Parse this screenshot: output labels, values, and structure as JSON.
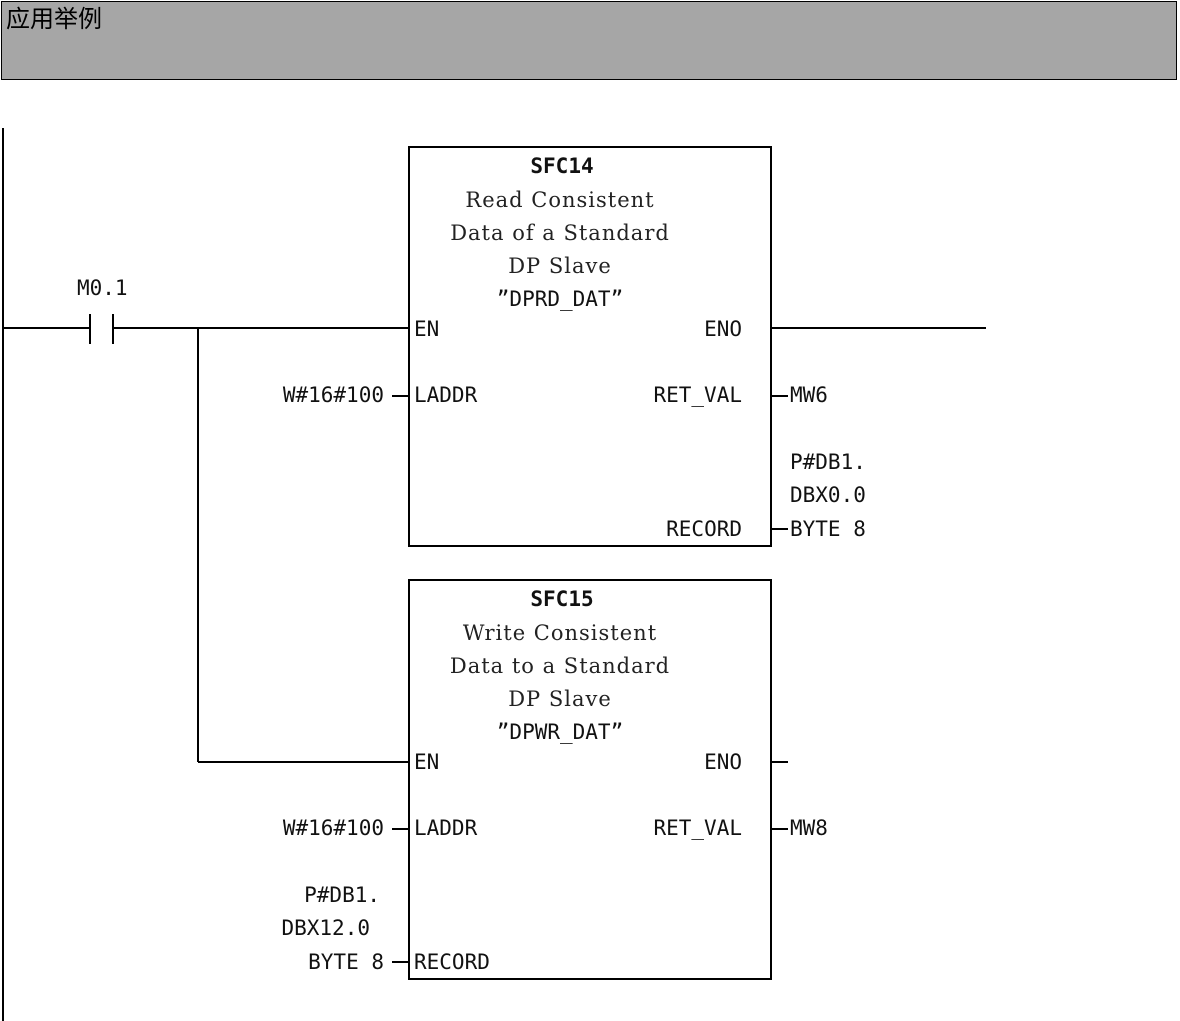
{
  "header": {
    "title": "应用举例"
  },
  "network": {
    "contact": {
      "address": "M0.1"
    },
    "blocks": [
      {
        "number": "SFC14",
        "description": [
          "Read Consistent",
          "Data of a Standard",
          "DP Slave"
        ],
        "symbol": "”DPRD_DAT”",
        "pins": {
          "en": "EN",
          "eno": "ENO",
          "laddr": "LADDR",
          "ret_val": "RET_VAL",
          "record": "RECORD"
        },
        "params": {
          "laddr": "W#16#100",
          "ret_val": "MW6",
          "record": [
            "P#DB1.",
            "DBX0.0",
            "BYTE 8"
          ]
        }
      },
      {
        "number": "SFC15",
        "description": [
          "Write Consistent",
          "Data to a Standard",
          "DP Slave"
        ],
        "symbol": "”DPWR_DAT”",
        "pins": {
          "en": "EN",
          "eno": "ENO",
          "laddr": "LADDR",
          "ret_val": "RET_VAL",
          "record": "RECORD"
        },
        "params": {
          "laddr": "W#16#100",
          "ret_val": "MW8",
          "record": [
            "P#DB1.",
            "DBX12.0",
            "BYTE 8"
          ]
        }
      }
    ]
  }
}
